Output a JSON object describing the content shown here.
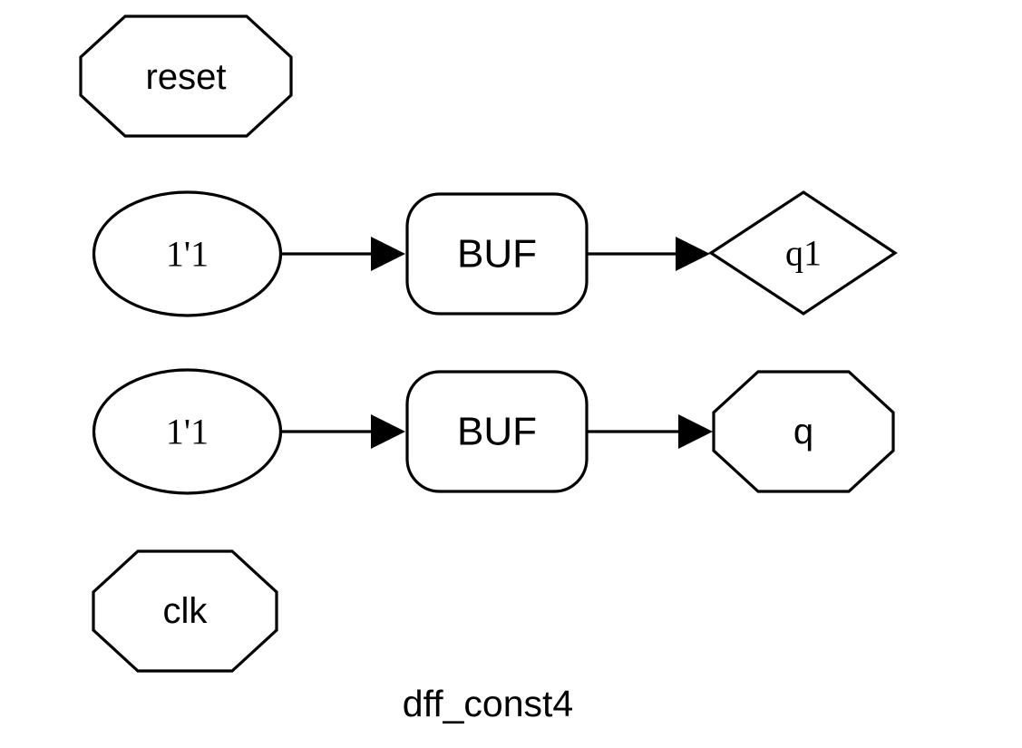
{
  "graph": {
    "title": "dff_const4",
    "background_color": "#ffffff",
    "line_color": "#000000",
    "fill_color": "#ffffff"
  },
  "nodes": {
    "reset_port": {
      "label": "reset",
      "shape": "octagon",
      "role": "input-port"
    },
    "const_top": {
      "label": "1'1",
      "shape": "ellipse",
      "role": "constant"
    },
    "buf_top": {
      "label": "BUF",
      "shape": "rounded-box",
      "role": "cell"
    },
    "q1_wire": {
      "label": "q1",
      "shape": "diamond",
      "role": "wire"
    },
    "const_bottom": {
      "label": "1'1",
      "shape": "ellipse",
      "role": "constant"
    },
    "buf_bottom": {
      "label": "BUF",
      "shape": "rounded-box",
      "role": "cell"
    },
    "q_port": {
      "label": "q",
      "shape": "octagon",
      "role": "output-port"
    },
    "clk_port": {
      "label": "clk",
      "shape": "octagon",
      "role": "input-port"
    }
  },
  "edges": [
    {
      "from": "const_top",
      "to": "buf_top"
    },
    {
      "from": "buf_top",
      "to": "q1_wire"
    },
    {
      "from": "const_bottom",
      "to": "buf_bottom"
    },
    {
      "from": "buf_bottom",
      "to": "q_port"
    }
  ]
}
